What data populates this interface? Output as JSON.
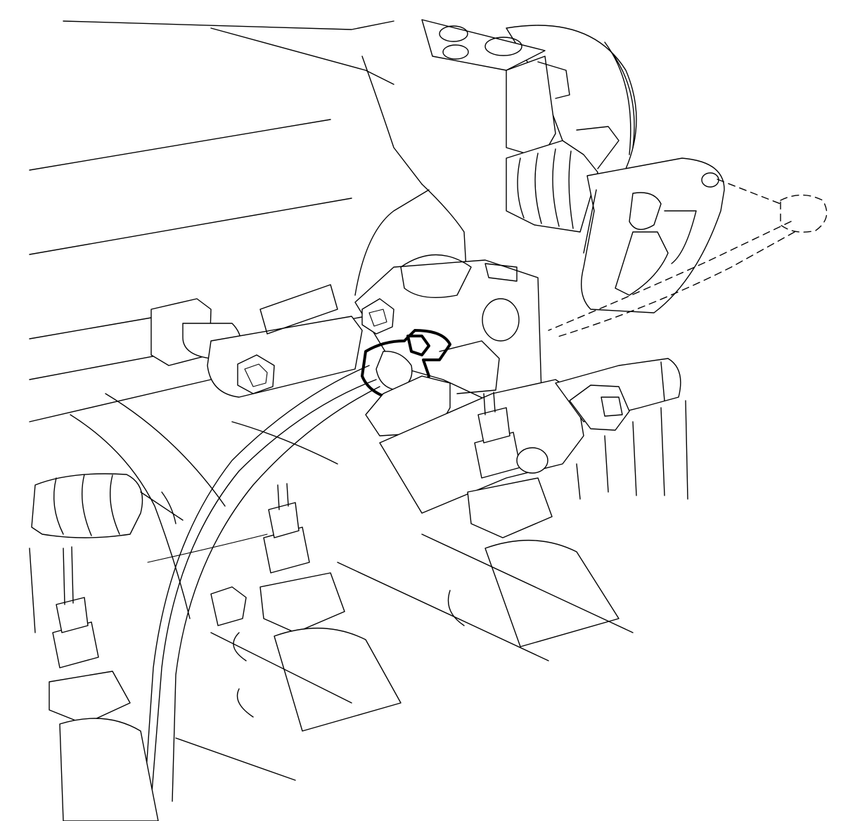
{
  "diagram": {
    "components": [
      {
        "id": "intake-manifold",
        "icon": "intake-manifold-icon"
      },
      {
        "id": "throttle-body",
        "icon": "throttle-body-icon"
      },
      {
        "id": "throttle-position-sensor",
        "icon": "sensor-icon"
      },
      {
        "id": "tps-screw",
        "icon": "screw-icon"
      },
      {
        "id": "map-sensor-bracket",
        "icon": "bracket-icon"
      },
      {
        "id": "highlighted-connector",
        "icon": "connector-icon"
      },
      {
        "id": "fuel-rail",
        "icon": "fuel-rail-icon"
      },
      {
        "id": "fuel-injector-1",
        "icon": "fuel-injector-icon"
      },
      {
        "id": "fuel-injector-2",
        "icon": "fuel-injector-icon"
      },
      {
        "id": "fuel-injector-3",
        "icon": "fuel-injector-icon"
      },
      {
        "id": "wiring-harness",
        "icon": "wiring-harness-icon"
      }
    ],
    "stroke_color": "#000000",
    "background_color": "#ffffff"
  }
}
